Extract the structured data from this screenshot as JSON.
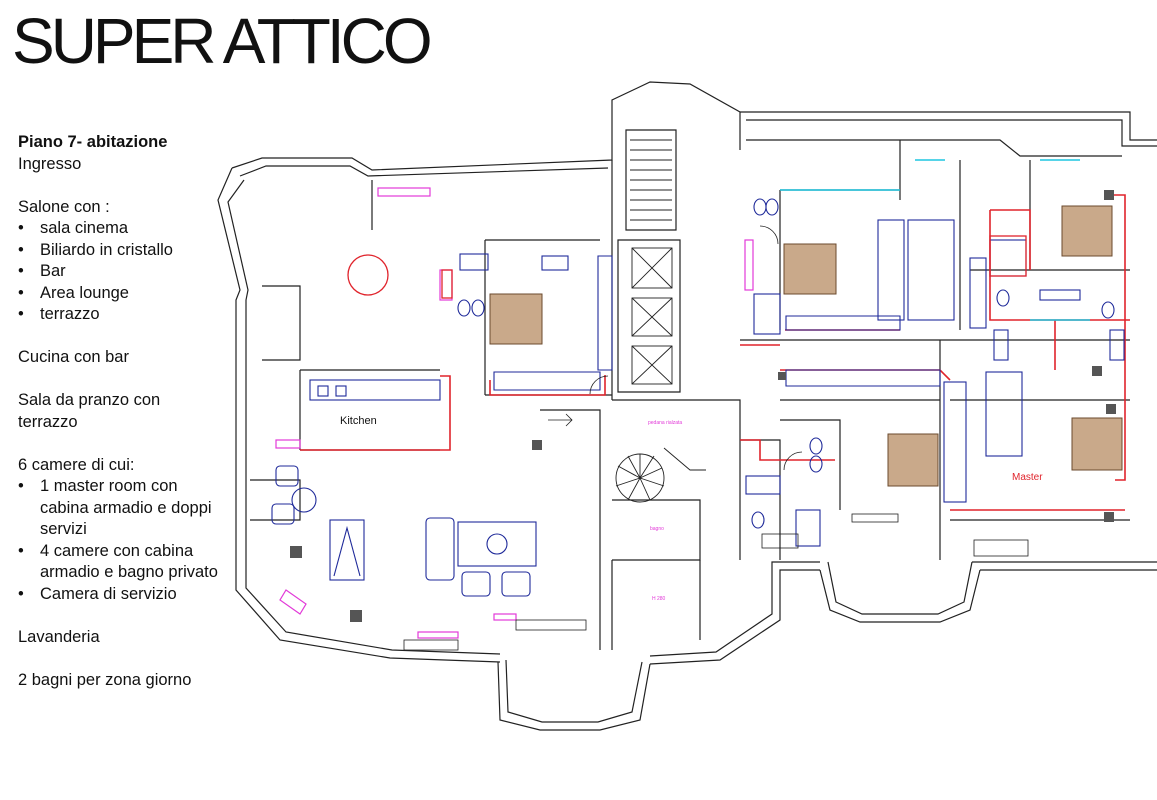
{
  "title": "SUPER ATTICO",
  "description": {
    "heading": "Piano 7- abitazione",
    "ingresso": "Ingresso",
    "salone_intro": "Salone con :",
    "salone_items": [
      "sala cinema",
      "Biliardo in cristallo",
      "Bar",
      "Area lounge",
      "terrazzo"
    ],
    "cucina": "Cucina con bar",
    "sala_pranzo": "Sala da pranzo con terrazzo",
    "camere_intro": "6 camere di cui:",
    "camere_items": [
      "1 master room con cabina armadio e doppi servizi",
      "4 camere con cabina armadio e bagno privato",
      "Camera di servizio"
    ],
    "lavanderia": "Lavanderia",
    "bagni": "2 bagni per zona giorno"
  },
  "plan_labels": {
    "kitchen": "Kitchen",
    "master": "Master",
    "pedana": "pedana rialzata",
    "bagno": "bagno",
    "h280": "H 280"
  },
  "colors": {
    "wall": "#222222",
    "furniture": "#1f2a9a",
    "accent_red": "#e0242c",
    "magenta": "#e23ad8",
    "cyan": "#1ec6e0",
    "bed_fill": "#c9a98a"
  }
}
